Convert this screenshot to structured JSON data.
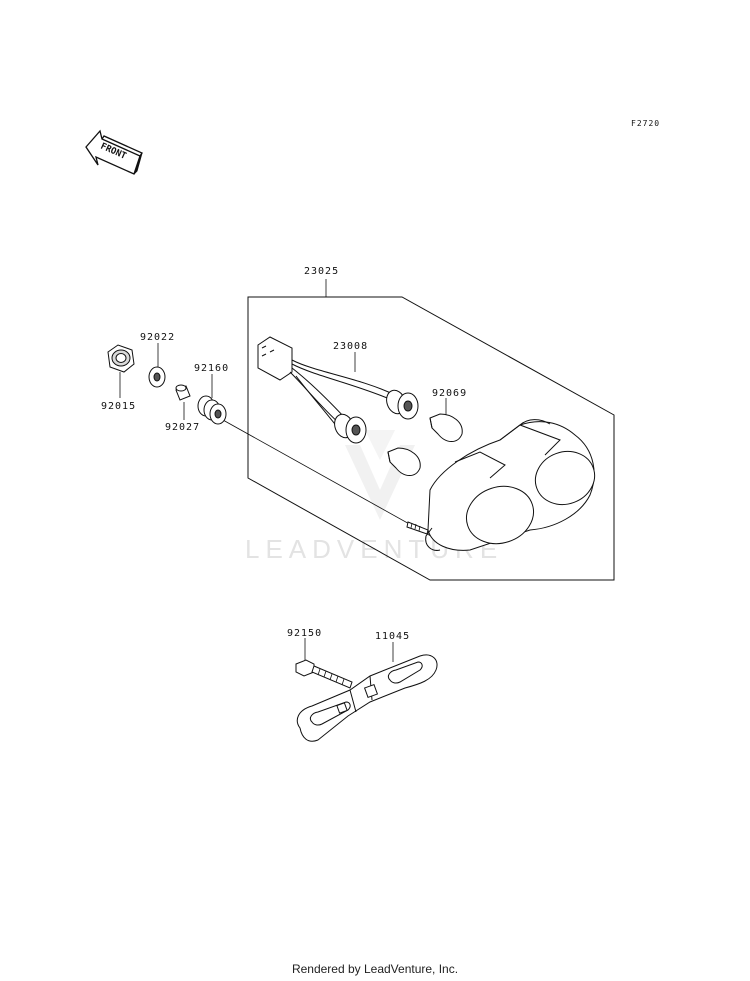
{
  "ref_code": "F2720",
  "front_arrow_label": "FRONT",
  "watermark": "LEADVENTURE",
  "parts": [
    {
      "id": "23025"
    },
    {
      "id": "23008"
    },
    {
      "id": "92022"
    },
    {
      "id": "92015"
    },
    {
      "id": "92160"
    },
    {
      "id": "92027"
    },
    {
      "id": "92069"
    },
    {
      "id": "92150"
    },
    {
      "id": "11045"
    }
  ],
  "footer": "Rendered by LeadVenture, Inc."
}
